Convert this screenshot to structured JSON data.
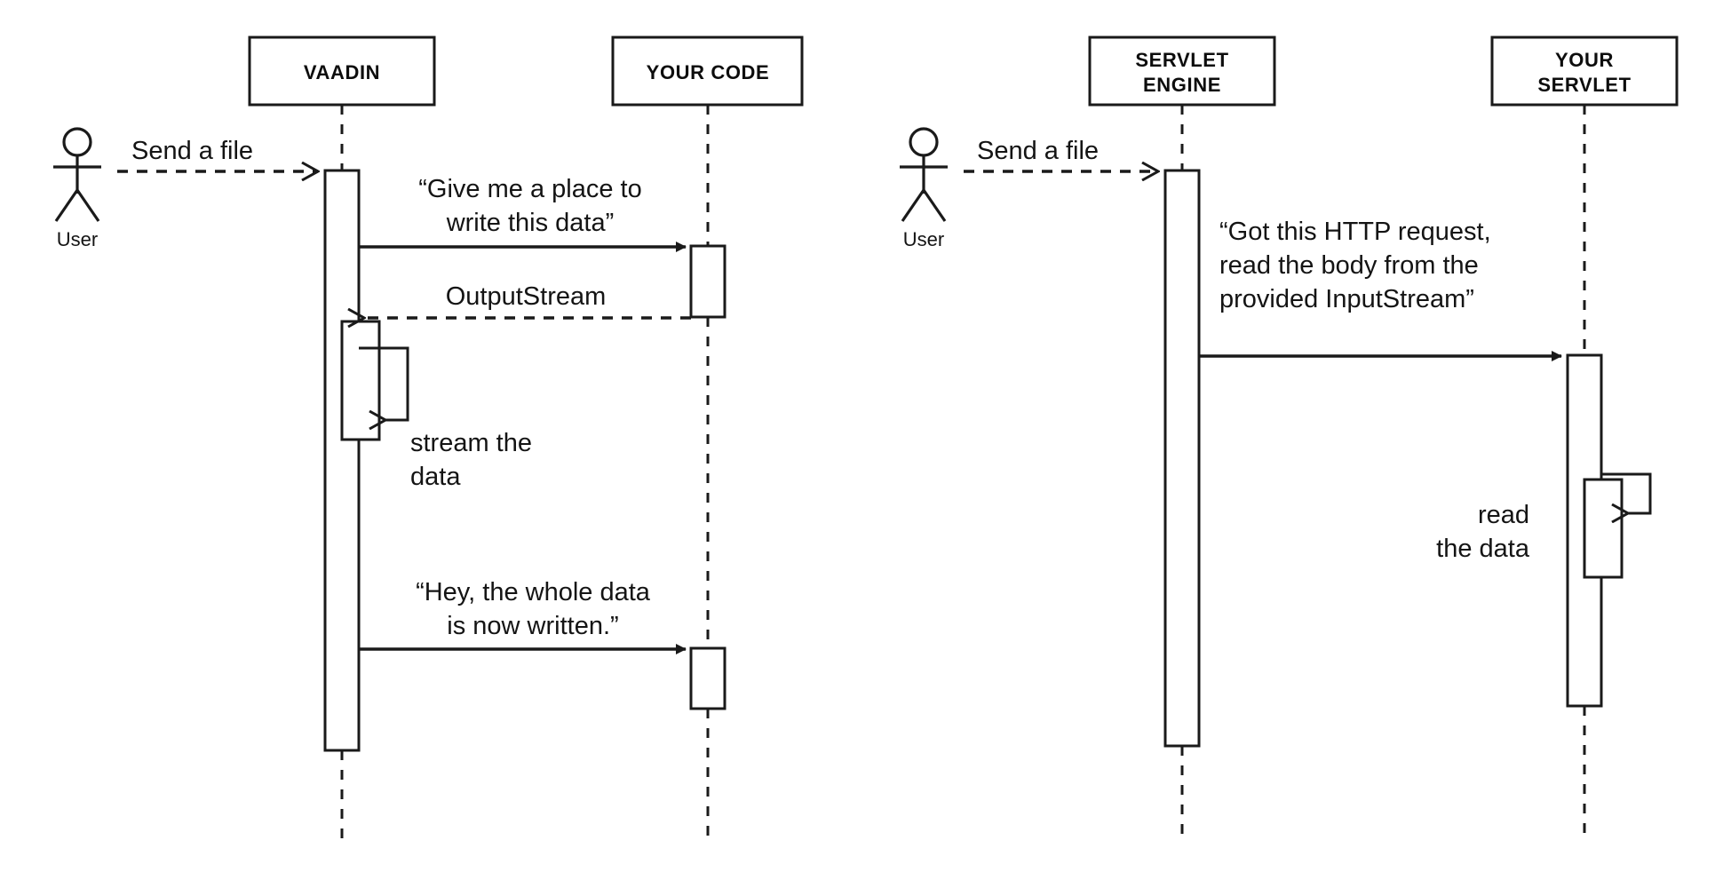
{
  "diagram": {
    "kind": "uml-sequence-diagram",
    "background_color": "#ffffff",
    "line_color": "#1a1a1a",
    "panels": [
      {
        "id": "vaadin-panel",
        "name": "Vaadin streaming flow",
        "actor": {
          "label": "User",
          "icon": "actor-stick-figure"
        },
        "participants": [
          {
            "id": "vaadin",
            "label": "VAADIN"
          },
          {
            "id": "your-code",
            "label": "YOUR CODE"
          }
        ],
        "messages": [
          {
            "id": "m1",
            "label": "Send a file",
            "from": "User",
            "to": "VAADIN",
            "style": "dashed",
            "arrow": "open"
          },
          {
            "id": "m2",
            "label": "“Give me a place to\nwrite this data”",
            "line1": "“Give me a place to",
            "line2": "write this data”",
            "from": "VAADIN",
            "to": "YOUR CODE",
            "style": "solid",
            "arrow": "filled"
          },
          {
            "id": "m3",
            "label": "OutputStream",
            "from": "YOUR CODE",
            "to": "VAADIN",
            "style": "dashed",
            "arrow": "open"
          },
          {
            "id": "m4",
            "label": "stream the\ndata",
            "line1": "stream the",
            "line2": "data",
            "from": "VAADIN",
            "to": "VAADIN",
            "style": "self",
            "arrow": "open"
          },
          {
            "id": "m5",
            "label": "“Hey, the whole data\nis now written.”",
            "line1": "“Hey, the whole data",
            "line2": "is now written.”",
            "from": "VAADIN",
            "to": "YOUR CODE",
            "style": "solid",
            "arrow": "filled"
          }
        ]
      },
      {
        "id": "servlet-panel",
        "name": "Servlet engine flow",
        "actor": {
          "label": "User",
          "icon": "actor-stick-figure"
        },
        "participants": [
          {
            "id": "servlet-engine",
            "label": "SERVLET ENGINE",
            "line1": "SERVLET",
            "line2": "ENGINE"
          },
          {
            "id": "your-servlet",
            "label": "YOUR SERVLET",
            "line1": "YOUR",
            "line2": "SERVLET"
          }
        ],
        "messages": [
          {
            "id": "n1",
            "label": "Send a file",
            "from": "User",
            "to": "SERVLET ENGINE",
            "style": "dashed",
            "arrow": "open"
          },
          {
            "id": "n2",
            "label": "“Got this HTTP request,\nread the body from the\nprovided InputStream”",
            "line1": "“Got this HTTP request,",
            "line2": "read the body from the",
            "line3": "provided InputStream”",
            "from": "SERVLET ENGINE",
            "to": "YOUR SERVLET",
            "style": "solid",
            "arrow": "filled"
          },
          {
            "id": "n3",
            "label": "read\nthe data",
            "line1": "read",
            "line2": "the data",
            "from": "YOUR SERVLET",
            "to": "YOUR SERVLET",
            "style": "self",
            "arrow": "open"
          }
        ]
      }
    ]
  }
}
